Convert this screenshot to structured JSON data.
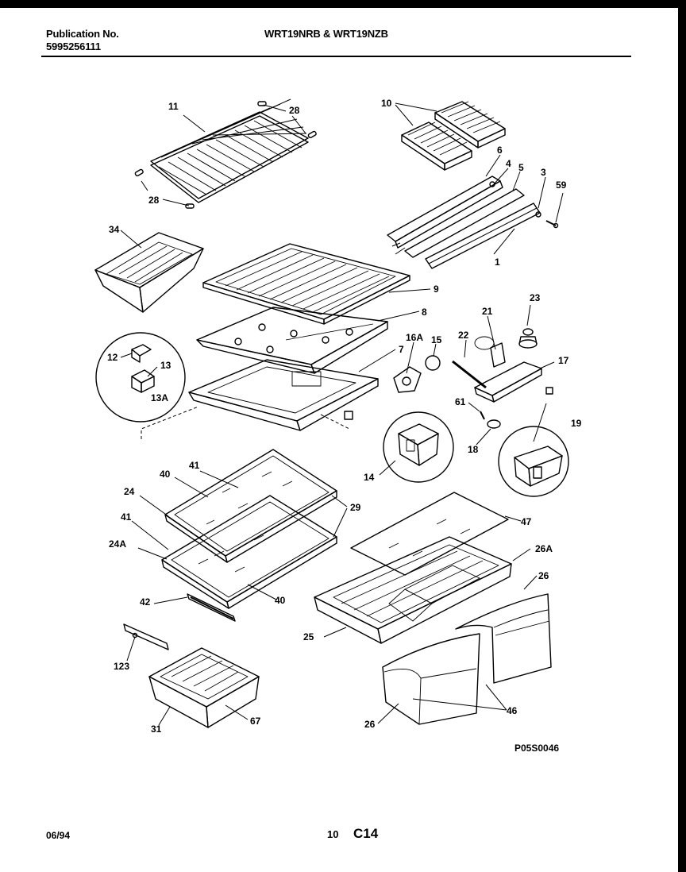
{
  "header": {
    "publication_label": "Publication No.",
    "publication_number": "5995256111",
    "models": "WRT19NRB & WRT19NZB"
  },
  "diagram": {
    "callouts": {
      "c11": "11",
      "c28a": "28",
      "c28b": "28",
      "c10": "10",
      "c6": "6",
      "c4": "4",
      "c5": "5",
      "c3": "3",
      "c59": "59",
      "c1": "1",
      "c34": "34",
      "c9": "9",
      "c8": "8",
      "c7": "7",
      "c12": "12",
      "c13": "13",
      "c13a": "13A",
      "c16a": "16A",
      "c15": "15",
      "c21": "21",
      "c23": "23",
      "c22": "22",
      "c17": "17",
      "c61": "61",
      "c18": "18",
      "c19": "19",
      "c14": "14",
      "c41a": "41",
      "c40a": "40",
      "c24": "24",
      "c29": "29",
      "c41b": "41",
      "c24a": "24A",
      "c40b": "40",
      "c47": "47",
      "c26a": "26A",
      "c26b": "26",
      "c25": "25",
      "c42": "42",
      "c123": "123",
      "c31": "31",
      "c67": "67",
      "c26c": "26",
      "c46": "46"
    },
    "figure_code": "P05S0046"
  },
  "footer": {
    "date": "06/94",
    "page": "10",
    "section": "C14"
  }
}
